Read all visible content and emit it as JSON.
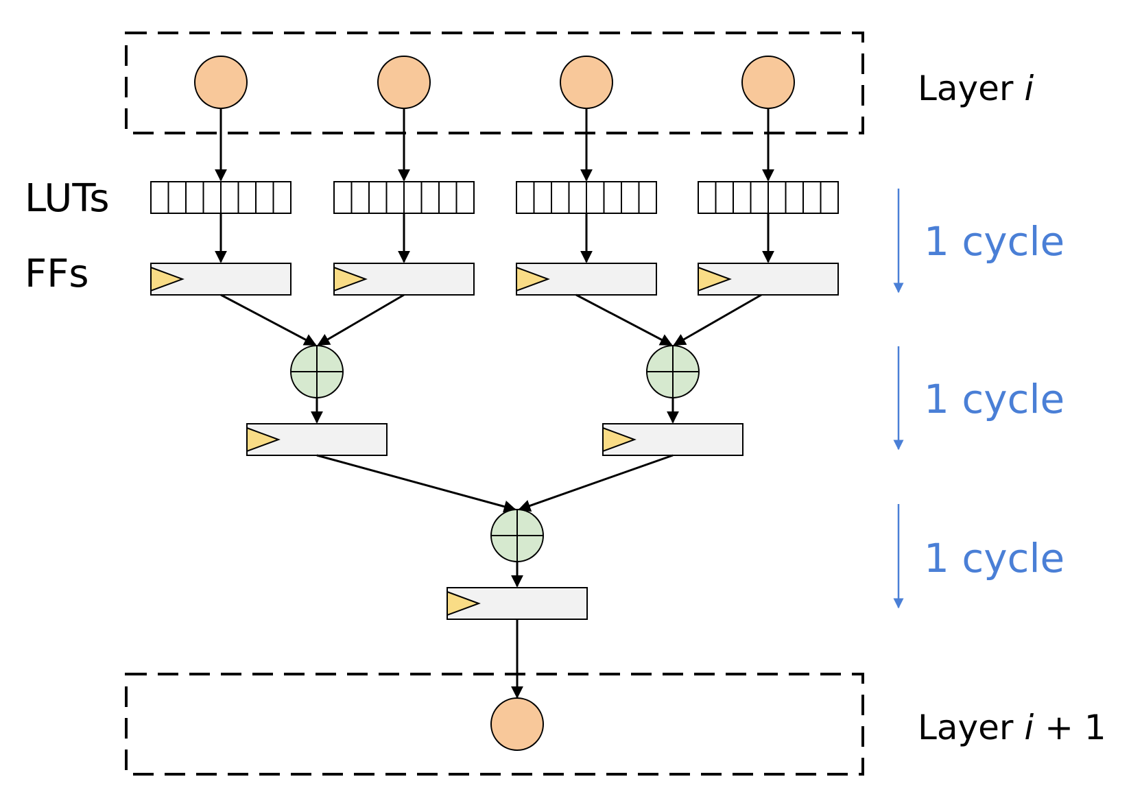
{
  "labels": {
    "luts": "LUTs",
    "ffs": "FFs"
  },
  "layers": {
    "input": {
      "prefix": "Layer ",
      "var": "i",
      "suffix": ""
    },
    "output": {
      "prefix": "Layer ",
      "var": "i",
      "suffix": " + 1"
    }
  },
  "stages": [
    {
      "label": "1 cycle"
    },
    {
      "label": "1 cycle"
    },
    {
      "label": "1 cycle"
    }
  ],
  "colors": {
    "neuron": "#f8c89a",
    "adder": "#d6e9cf",
    "register": "#f2f2f2",
    "clock": "#f9dc86",
    "cycle": "#4a7fd6",
    "line": "#000000"
  }
}
